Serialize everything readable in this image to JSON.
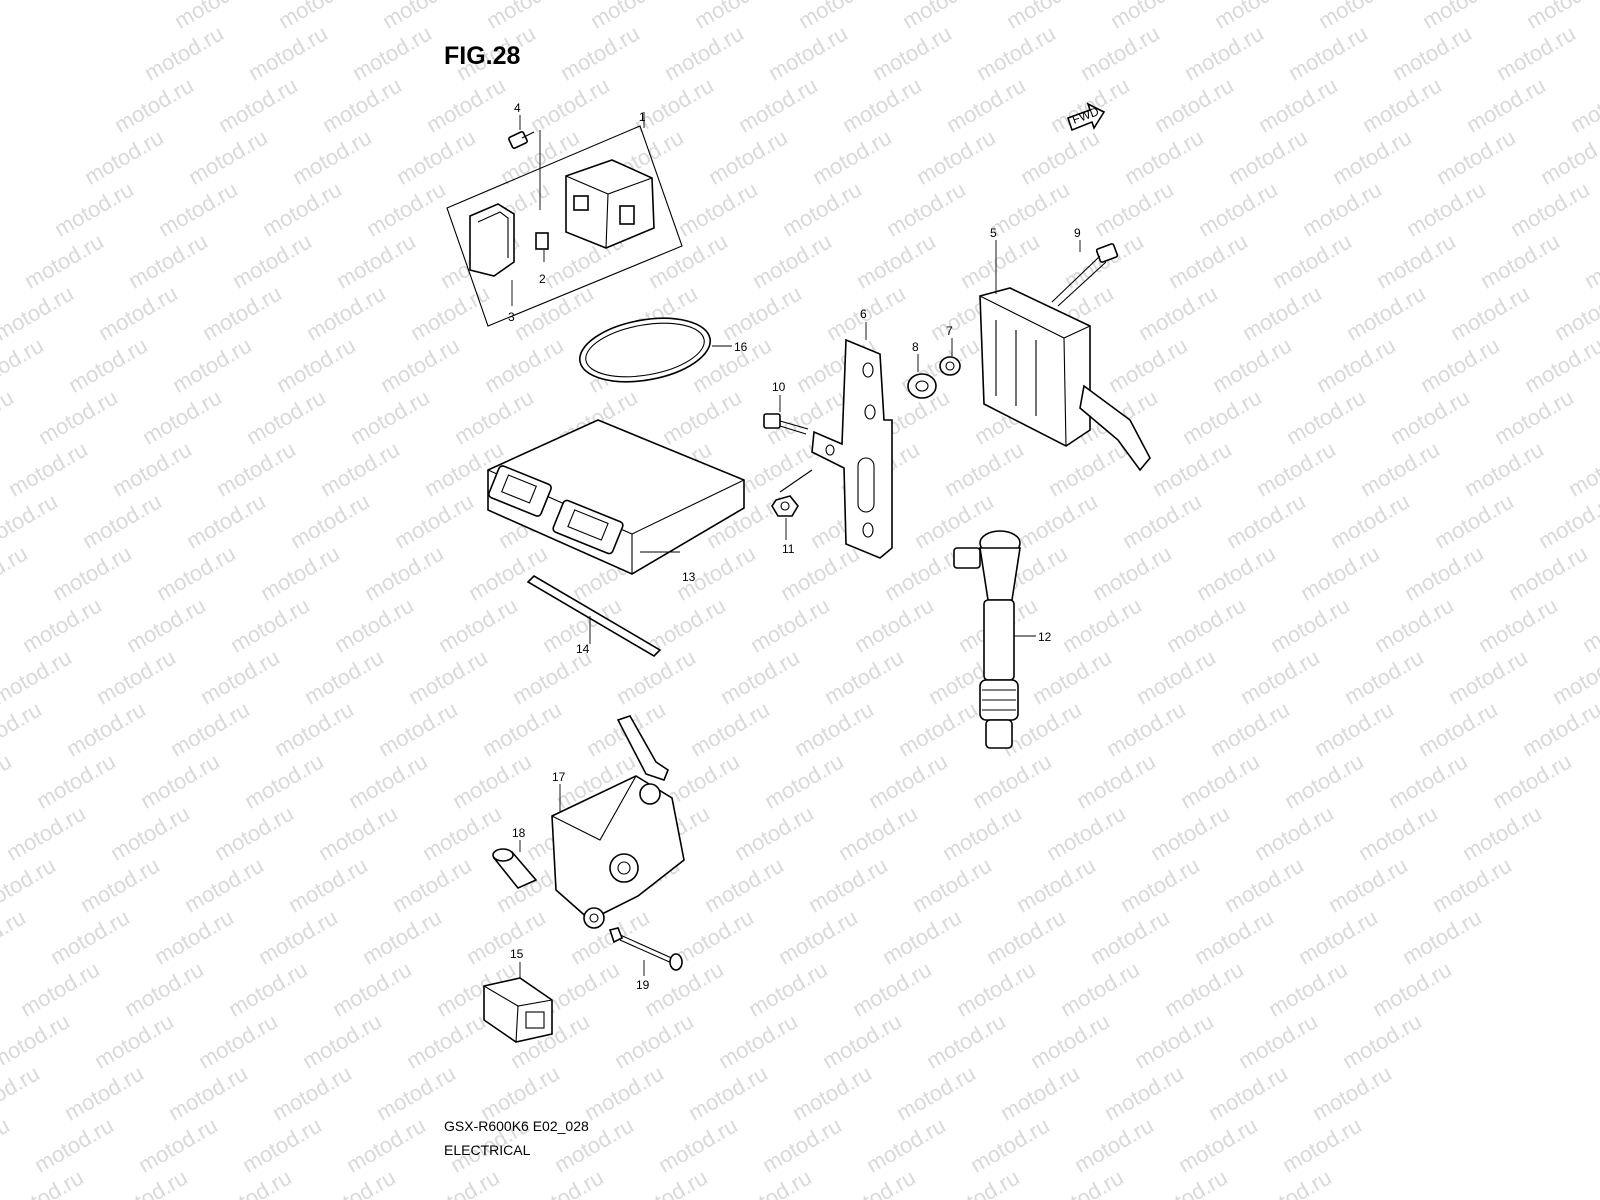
{
  "figure_label": "FIG.28",
  "model_code": "GSX-R600K6 E02_028",
  "section_title": "ELECTRICAL",
  "watermark_text": "motod.ru",
  "fwd_marker": "FWD",
  "callouts": {
    "c1": "1",
    "c2": "2",
    "c3": "3",
    "c4": "4",
    "c5": "5",
    "c6": "6",
    "c7": "7",
    "c8": "8",
    "c9": "9",
    "c10": "10",
    "c11": "11",
    "c12": "12",
    "c13": "13",
    "c14": "14",
    "c15": "15",
    "c16": "16",
    "c17": "17",
    "c18": "18",
    "c19": "19"
  }
}
